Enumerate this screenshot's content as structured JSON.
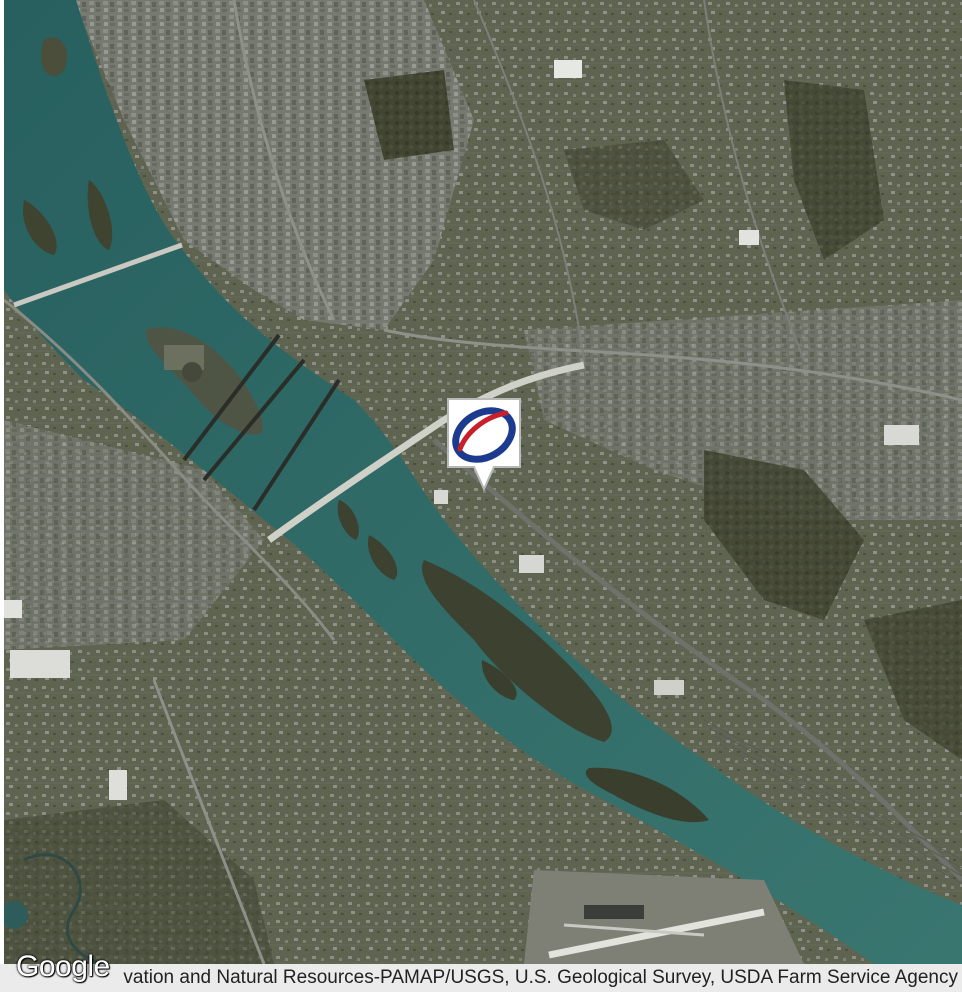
{
  "map": {
    "type": "satellite",
    "features": [
      "river",
      "islands",
      "bridges",
      "downtown",
      "airport",
      "rail yard"
    ],
    "colors": {
      "water": "#2f6a66",
      "land": "#5b6149",
      "urban": "#7c7f7a",
      "forest": "#3e4130"
    }
  },
  "marker": {
    "icon": "location-pin-logo-icon",
    "logo_colors": {
      "blue": "#1d3b8e",
      "red": "#c8202a"
    }
  },
  "branding": {
    "logo_text": "Google"
  },
  "attribution": {
    "text": "vation and Natural Resources-PAMAP/USGS, U.S. Geological Survey, USDA Farm Service Agency"
  }
}
